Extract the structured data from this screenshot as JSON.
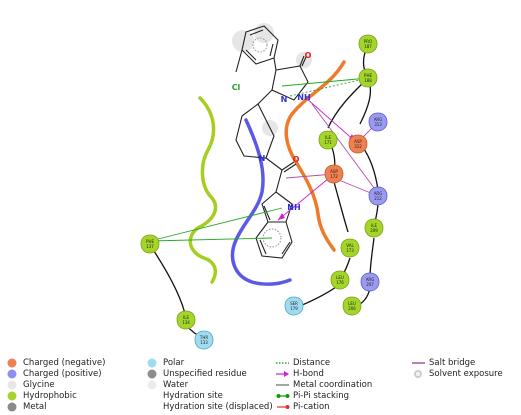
{
  "diagram": {
    "residues": [
      {
        "id": "pro187",
        "name": "PRO",
        "num": "187",
        "kind": "hydrophobic"
      },
      {
        "id": "phe188",
        "name": "PHE",
        "num": "188",
        "kind": "hydrophobic"
      },
      {
        "id": "arg313",
        "name": "ARG",
        "num": "313",
        "kind": "positive"
      },
      {
        "id": "asp312",
        "name": "ASP",
        "num": "312",
        "kind": "negative"
      },
      {
        "id": "ile171",
        "name": "ILE",
        "num": "171",
        "kind": "hydrophobic"
      },
      {
        "id": "asp172",
        "name": "ASP",
        "num": "172",
        "kind": "negative"
      },
      {
        "id": "arg212",
        "name": "ARG",
        "num": "212",
        "kind": "positive"
      },
      {
        "id": "ile209",
        "name": "ILE",
        "num": "209",
        "kind": "hydrophobic"
      },
      {
        "id": "phe137",
        "name": "PHE",
        "num": "137",
        "kind": "hydrophobic"
      },
      {
        "id": "val173",
        "name": "VAL",
        "num": "173",
        "kind": "hydrophobic"
      },
      {
        "id": "leu176",
        "name": "LEU",
        "num": "176",
        "kind": "hydrophobic"
      },
      {
        "id": "arg207",
        "name": "ARG",
        "num": "207",
        "kind": "positive"
      },
      {
        "id": "ser179",
        "name": "SER",
        "num": "179",
        "kind": "polar"
      },
      {
        "id": "leu206",
        "name": "LEU",
        "num": "206",
        "kind": "hydrophobic"
      },
      {
        "id": "ile134",
        "name": "ILE",
        "num": "134",
        "kind": "hydrophobic"
      },
      {
        "id": "thr133",
        "name": "THR",
        "num": "133",
        "kind": "polar"
      }
    ],
    "atoms": {
      "oxygen": "O",
      "chlorine": "Cl",
      "nitrogen": "N",
      "nh": "NH",
      "ring_nh": "NH"
    }
  },
  "legend": {
    "col1": [
      {
        "label": "Charged (negative)",
        "icon": "negative-residue-icon",
        "color": "#f0804f"
      },
      {
        "label": "Charged (positive)",
        "icon": "positive-residue-icon",
        "color": "#8f8ff0"
      },
      {
        "label": "Glycine",
        "icon": "glycine-residue-icon",
        "color": "#e6e6e6"
      },
      {
        "label": "Hydrophobic",
        "icon": "hydrophobic-residue-icon",
        "color": "#a4d629"
      },
      {
        "label": "Metal",
        "icon": "metal-residue-icon",
        "color": "#8a8a8a"
      }
    ],
    "col2": [
      {
        "label": "Polar",
        "icon": "polar-residue-icon",
        "color": "#9fdcf0"
      },
      {
        "label": "Unspecified residue",
        "icon": "unspecified-residue-icon",
        "color": "#8c8c8c"
      },
      {
        "label": "Water",
        "icon": "water-icon",
        "color": "#ececec"
      },
      {
        "label": "Hydration site",
        "icon": "hydration-site-icon",
        "color": ""
      },
      {
        "label": "Hydration site (displaced)",
        "icon": "hydration-displaced-icon",
        "color": ""
      }
    ],
    "col3": [
      {
        "label": "Distance",
        "icon": "distance-line-icon",
        "color": "#00a000"
      },
      {
        "label": "H-bond",
        "icon": "hbond-arrow-icon",
        "color": "#d020d0"
      },
      {
        "label": "Metal coordination",
        "icon": "metal-coordination-line-icon",
        "color": "#888888"
      },
      {
        "label": "Pi-Pi stacking",
        "icon": "pi-pi-stacking-icon",
        "color": "#00a000"
      },
      {
        "label": "Pi-cation",
        "icon": "pi-cation-icon",
        "color": "#e03030"
      }
    ],
    "col4": [
      {
        "label": "Salt bridge",
        "icon": "salt-bridge-line-icon",
        "color": "#8a2a8a"
      },
      {
        "label": "Solvent exposure",
        "icon": "solvent-exposure-icon",
        "color": "#cccccc"
      }
    ]
  }
}
